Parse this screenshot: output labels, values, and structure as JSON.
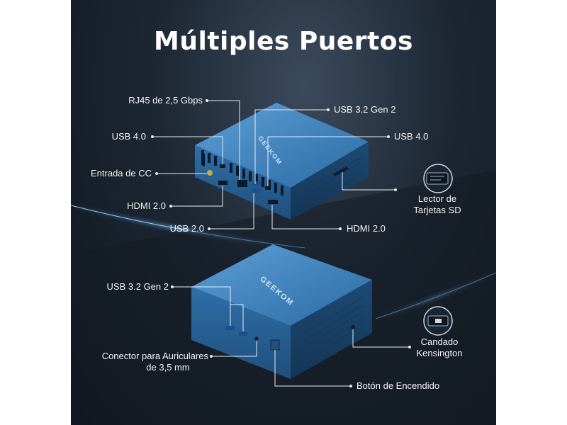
{
  "title": "Múltiples Puertos",
  "brand": "GEEKOM",
  "labels": {
    "rj45": "RJ45 de 2,5 Gbps",
    "usb32_top": "USB 3.2 Gen 2",
    "usb40_left": "USB 4.0",
    "usb40_right": "USB 4.0",
    "dc_in": "Entrada de CC",
    "hdmi_left": "HDMI 2.0",
    "hdmi_right": "HDMI 2.0",
    "usb20": "USB 2.0",
    "sd_reader_1": "Lector de",
    "sd_reader_2": "Tarjetas SD",
    "usb32_front": "USB 3.2 Gen 2",
    "headphone_1": "Conector para Auriculares",
    "headphone_2": "de 3,5 mm",
    "kensington_1": "Candado",
    "kensington_2": "Kensington",
    "power_button": "Botón de Encendido"
  },
  "colors": {
    "accent_glow": "#3ea0ff",
    "device_blue": "#2e6ea6",
    "label_text": "#f2f4f7"
  },
  "icons": [
    "sd-card-icon",
    "kensington-lock-icon"
  ]
}
